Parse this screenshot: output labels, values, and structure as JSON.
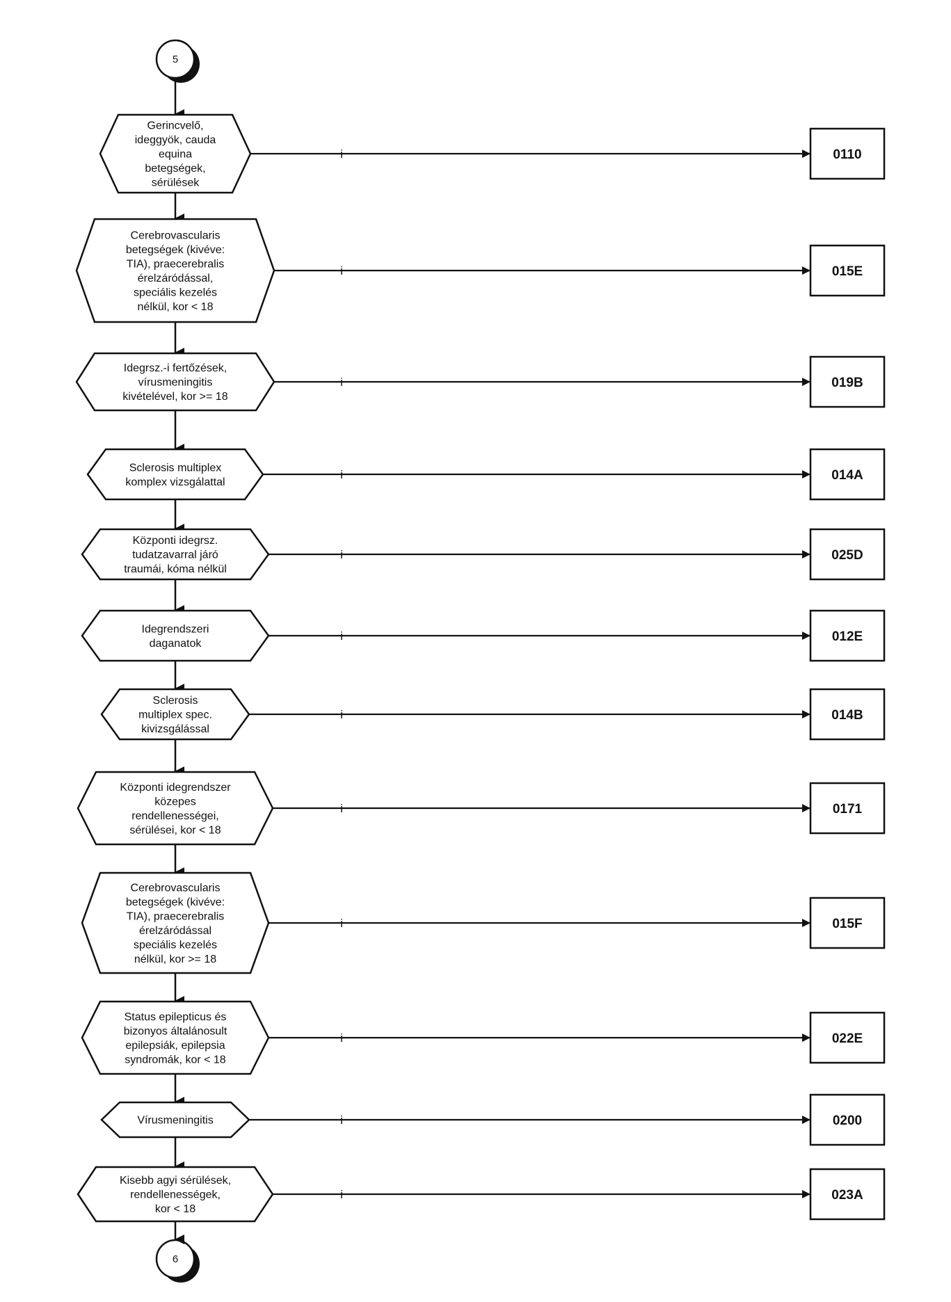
{
  "connector_top": "5",
  "connector_bottom": "6",
  "branch_label": "i",
  "nodes": [
    {
      "lines": [
        "Gerincvelő,",
        "ideggyök, cauda",
        "equina",
        "betegségek,",
        "sérülések"
      ],
      "code": "0110"
    },
    {
      "lines": [
        "Cerebrovascularis",
        "betegségek (kivéve:",
        "TIA), praecerebralis",
        "érelzáródással,",
        "speciális kezelés",
        "nélkül, kor < 18"
      ],
      "code": "015E"
    },
    {
      "lines": [
        "Idegrsz.-i fertőzések,",
        "vírusmeningitis",
        "kivételével, kor >= 18"
      ],
      "code": "019B"
    },
    {
      "lines": [
        "Sclerosis multiplex",
        "komplex vizsgálattal"
      ],
      "code": "014A"
    },
    {
      "lines": [
        "Központi idegrsz.",
        "tudatzavarral járó",
        "traumái, kóma nélkül"
      ],
      "code": "025D"
    },
    {
      "lines": [
        "Idegrendszeri",
        "daganatok"
      ],
      "code": "012E"
    },
    {
      "lines": [
        "Sclerosis",
        "multiplex spec.",
        "kivizsgálással"
      ],
      "code": "014B"
    },
    {
      "lines": [
        "Központi idegrendszer",
        "közepes",
        "rendellenességei,",
        "sérülései, kor < 18"
      ],
      "code": "0171"
    },
    {
      "lines": [
        "Cerebrovascularis",
        "betegségek (kivéve:",
        "TIA), praecerebralis",
        "érelzáródással",
        "speciális kezelés",
        "nélkül, kor >= 18"
      ],
      "code": "015F"
    },
    {
      "lines": [
        "Status epilepticus és",
        "bizonyos általánosult",
        "epilepsiák, epilepsia",
        "syndromák, kor < 18"
      ],
      "code": "022E"
    },
    {
      "lines": [
        "Vírusmeningitis"
      ],
      "code": "0200"
    },
    {
      "lines": [
        "Kisebb agyi sérülések,",
        "rendellenességek,",
        "kor < 18"
      ],
      "code": "023A"
    }
  ]
}
